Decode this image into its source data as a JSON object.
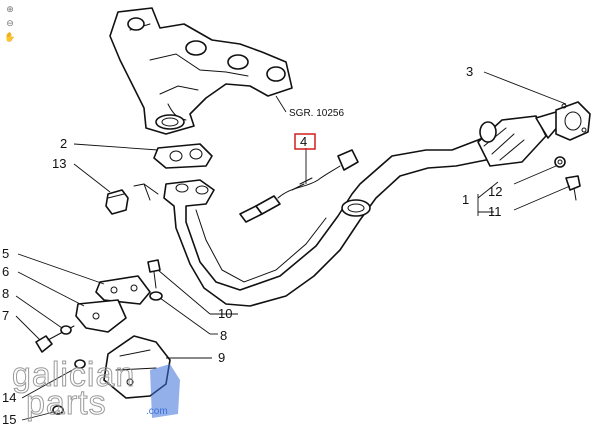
{
  "diagram": {
    "reference": "SGR. 10256",
    "callouts": {
      "c1": "1",
      "c2": "2",
      "c3": "3",
      "c4": "4",
      "c5": "5",
      "c6": "6",
      "c7": "7",
      "c8a": "8",
      "c8b": "8",
      "c9": "9",
      "c10": "10",
      "c11": "11",
      "c12": "12",
      "c13": "13",
      "c14": "14",
      "c15": "15"
    },
    "highlighted_part": "4",
    "highlight_color": "#d21f1f"
  },
  "watermark": {
    "line1": "galician",
    "line2": "parts",
    "suffix": ".com",
    "accent_color": "#3a6fd8"
  },
  "viewer": {
    "zoom_in_icon": "magnify-plus-icon",
    "zoom_out_icon": "magnify-minus-icon",
    "pan_icon": "hand-icon"
  }
}
